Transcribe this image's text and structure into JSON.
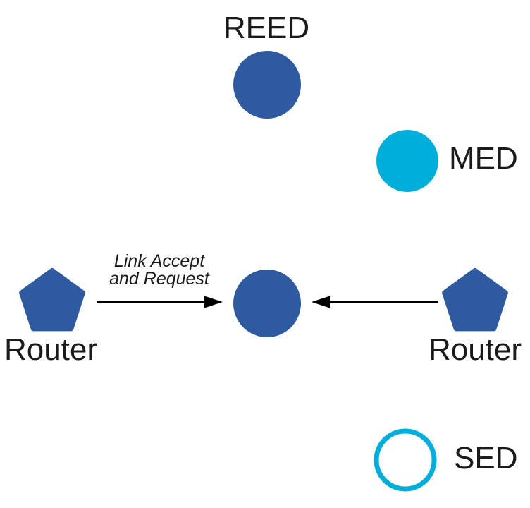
{
  "diagram": {
    "title": "",
    "colors": {
      "node_blue": "#2E5AA0",
      "node_cyan": "#00AEDB",
      "arrow_black": "#000000",
      "text_black": "#1a1a1a"
    },
    "nodes": {
      "reed": {
        "label": "REED",
        "shape": "circle",
        "fill": "solid-blue"
      },
      "med": {
        "label": "MED",
        "shape": "circle",
        "fill": "solid-cyan"
      },
      "center": {
        "label": "",
        "shape": "circle",
        "fill": "solid-blue"
      },
      "router_left": {
        "label": "Router",
        "shape": "pentagon",
        "fill": "solid-blue"
      },
      "router_right": {
        "label": "Router",
        "shape": "pentagon",
        "fill": "solid-blue"
      },
      "sed": {
        "label": "SED",
        "shape": "circle",
        "fill": "outline-cyan"
      }
    },
    "edges": {
      "left_arrow": {
        "label_line1": "Link Accept",
        "label_line2": "and Request",
        "direction": "router-left to center"
      },
      "right_arrow": {
        "label_line1": "",
        "label_line2": "",
        "direction": "router-right to center"
      }
    }
  }
}
